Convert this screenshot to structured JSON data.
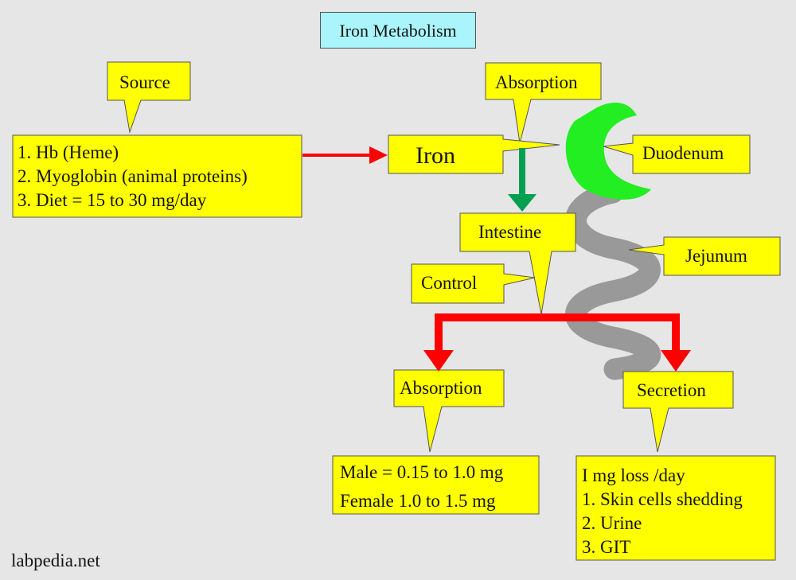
{
  "title": "Iron Metabolism",
  "labels": {
    "source": "Source",
    "absorption_top": "Absorption",
    "iron": "Iron",
    "duodenum": "Duodenum",
    "intestine": "Intestine",
    "jejunum": "Jejunum",
    "control": "Control",
    "absorption": "Absorption",
    "secretion": "Secretion"
  },
  "source_list": [
    "1. Hb (Heme)",
    "2. Myoglobin  (animal proteins)",
    "3. Diet = 15 to 30 mg/day"
  ],
  "absorption_values": [
    "Male = 0.15 to 1.0 mg",
    "Female 1.0 to 1.5 mg"
  ],
  "secretion_list": [
    "I mg loss /day",
    "1. Skin cells shedding",
    "2. Urine",
    "3. GIT"
  ],
  "credit": "labpedia.net",
  "colors": {
    "background": "#e6e6e6",
    "callout": "#ffff00",
    "title_box": "#aaf5fb",
    "arrow_red": "#ff0000",
    "arrow_green": "#00a050",
    "duodenum": "#22ee22",
    "jejunum": "#999999"
  }
}
